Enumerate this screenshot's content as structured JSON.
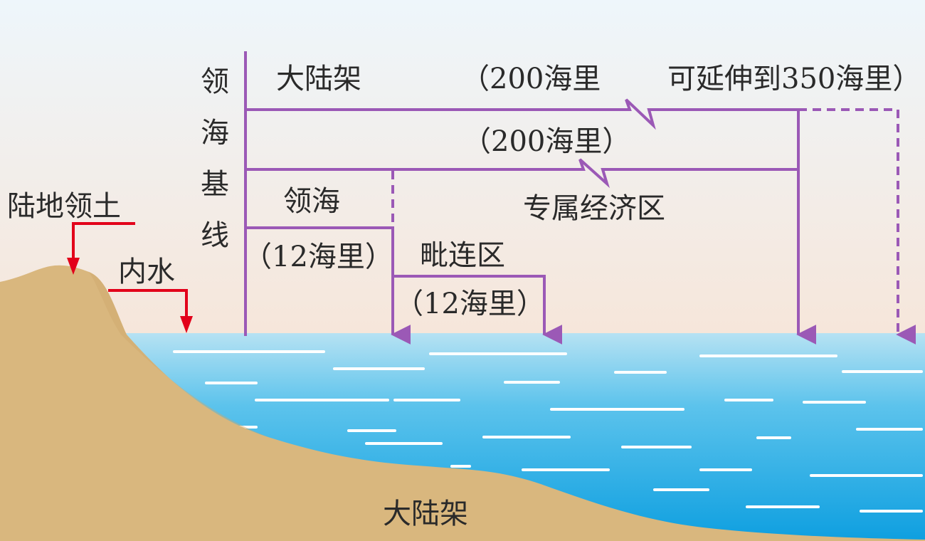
{
  "labels": {
    "baseline": [
      "领",
      "海",
      "基",
      "线"
    ],
    "continental_shelf_top": "大陆架",
    "shelf_200": "（200海里",
    "shelf_350": "可延伸到350海里）",
    "eez_200": "（200海里）",
    "territorial_sea": "领海",
    "eez": "专属经济区",
    "territorial_12": "（12海里）",
    "contiguous_zone": "毗连区",
    "contiguous_12": "（12海里）",
    "land_territory": "陆地领土",
    "internal_waters": "内水",
    "continental_shelf_bottom": "大陆架"
  },
  "colors": {
    "purple": "#9b59b6",
    "red": "#e2001a",
    "sand": "#d9b77e",
    "sea_top": "#b6e2f3",
    "sea_bottom": "#0e9fe0",
    "sky_top": "#eef6fb",
    "sky_bottom": "#f6e6da"
  }
}
